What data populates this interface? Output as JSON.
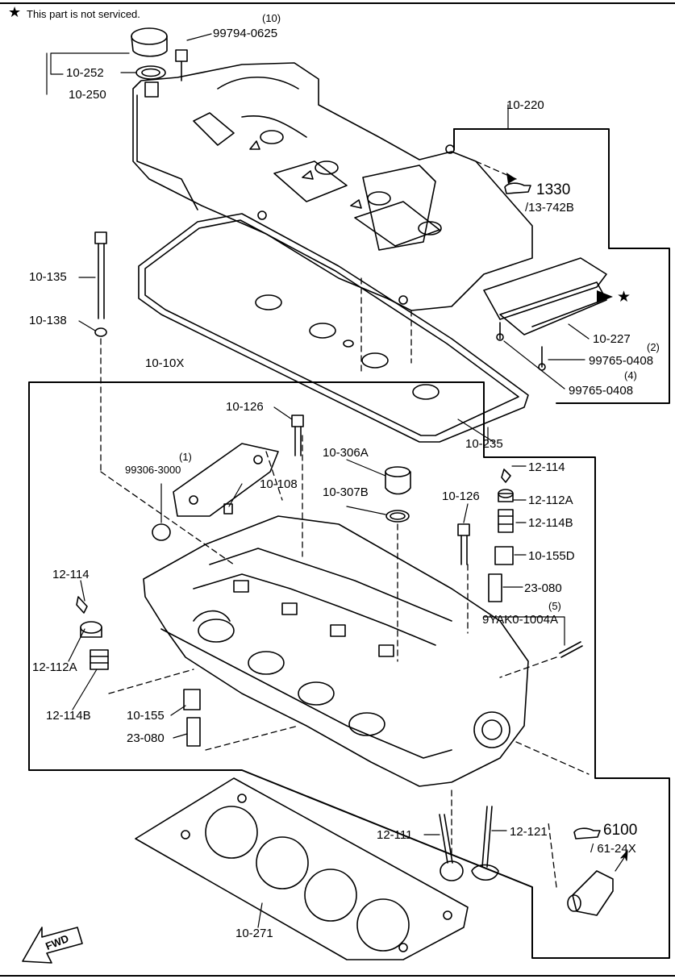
{
  "note": {
    "star": "★",
    "text": "This part is not serviced."
  },
  "labels": {
    "q10": "(10)",
    "p99794": "99794-0625",
    "p10_252": "10-252",
    "p10_250": "10-250",
    "p10_220": "10-220",
    "ref1330": "1330",
    "ref13_742b": "/13-742B",
    "p10_135": "10-135",
    "p10_138": "10-138",
    "p10_227": "10-227",
    "q2": "(2)",
    "p99765_a": "99765-0408",
    "q4": "(4)",
    "p99765_b": "99765-0408",
    "p10_10x": "10-10X",
    "p10_126a": "10-126",
    "q1": "(1)",
    "p99306": "99306-3000",
    "p10_108": "10-108",
    "p10_306a": "10-306A",
    "p10_307b": "10-307B",
    "p12_114a": "12-114",
    "p10_126b": "10-126",
    "p12_112a_r": "12-112A",
    "p12_114b_r": "12-114B",
    "p10_155d": "10-155D",
    "p23_080_r": "23-080",
    "q5": "(5)",
    "p9yak": "9YAK0-1004A",
    "p12_114_l": "12-114",
    "p12_112a_l": "12-112A",
    "p12_114b_l": "12-114B",
    "p10_155": "10-155",
    "p23_080_l": "23-080",
    "p10_235": "10-235",
    "p12_111": "12-111",
    "p12_121": "12-121",
    "ref6100": "6100",
    "ref61_24x": "/ 61-24X",
    "p10_271": "10-271",
    "fwd": "FWD"
  }
}
